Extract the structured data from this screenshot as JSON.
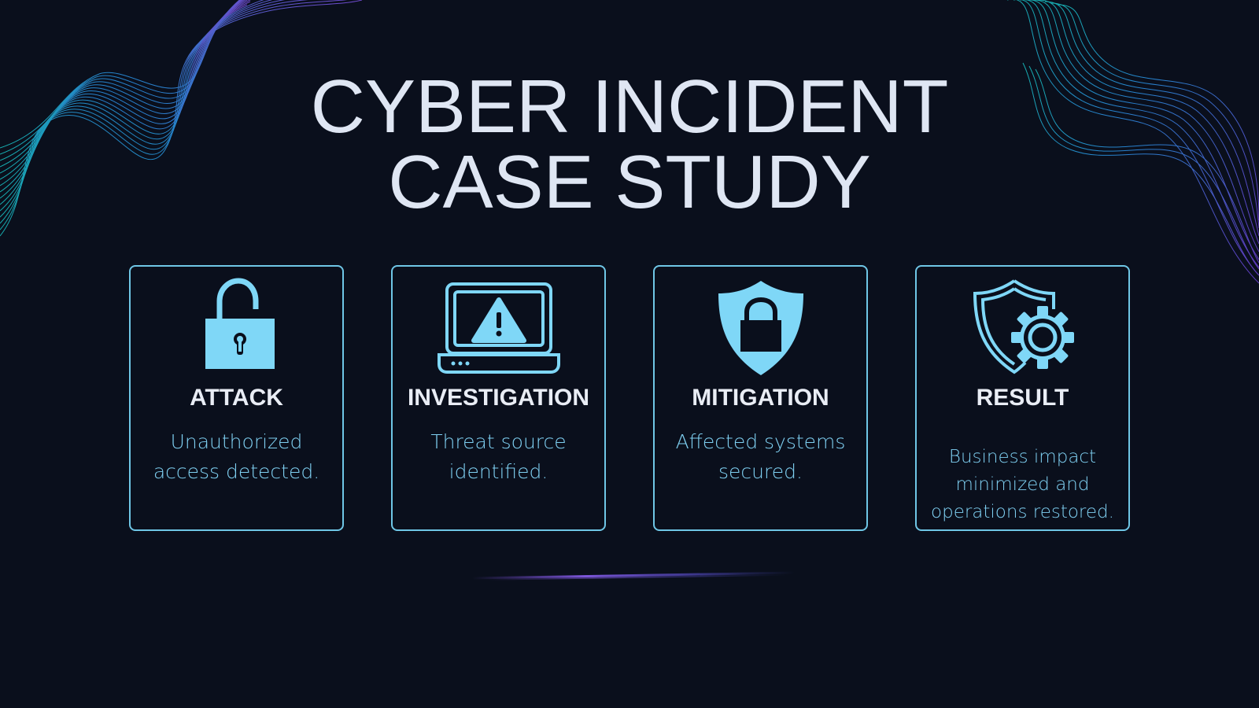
{
  "title": {
    "line1": "CYBER INCIDENT",
    "line2": "CASE STUDY"
  },
  "cards": [
    {
      "icon": "unlocked-padlock-icon",
      "heading": "ATTACK",
      "text": "Unauthorized access detected."
    },
    {
      "icon": "laptop-warning-icon",
      "heading": "INVESTIGATION",
      "text": "Threat source identified."
    },
    {
      "icon": "shield-lock-icon",
      "heading": "MITIGATION",
      "text": "Affected systems secured."
    },
    {
      "icon": "shield-gear-icon",
      "heading": "RESULT",
      "text": "Business impact minimized and operations restored."
    }
  ],
  "colors": {
    "background": "#0a0f1c",
    "accent": "#6fc6e6",
    "icon_fill": "#7fd7f7",
    "title": "#dfe6f3",
    "wave_teal": "#1fb5c9",
    "wave_purple": "#7b4fe0"
  }
}
